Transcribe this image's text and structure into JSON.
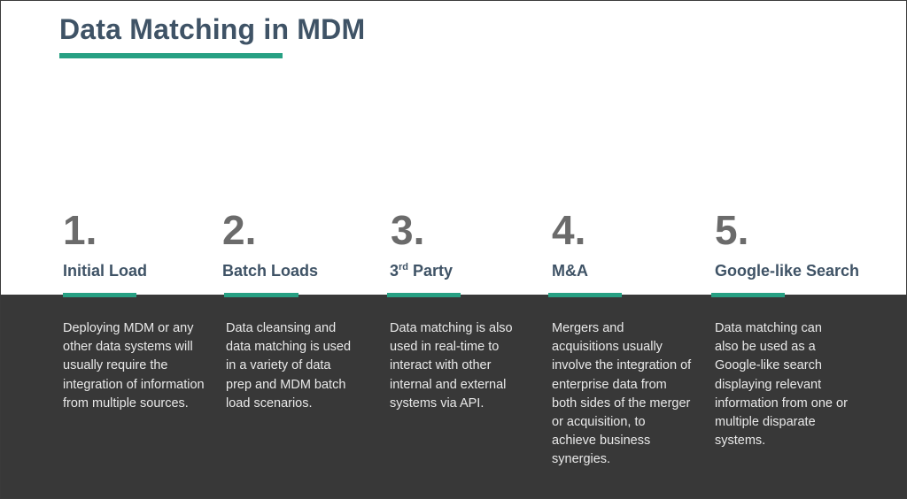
{
  "slide": {
    "title": "Data Matching in MDM",
    "accent_color": "#27a083",
    "title_color": "#3f5366",
    "band_color": "#383838"
  },
  "items": [
    {
      "number": "1.",
      "heading": "Initial Load",
      "description": "Deploying MDM or any other data systems will usually require the integration of information from multiple sources."
    },
    {
      "number": "2.",
      "heading": "Batch Loads",
      "description": "Data cleansing and data matching is used in a variety of data prep and MDM batch load scenarios."
    },
    {
      "number": "3.",
      "heading_prefix": "3",
      "heading_sup": "rd",
      "heading_suffix": " Party",
      "description": "Data matching is also used in real-time to interact with other internal and external systems via API."
    },
    {
      "number": "4.",
      "heading": "M&A",
      "description": "Mergers and acquisitions usually involve the integration of enterprise data from both sides of the merger or acquisition, to achieve business synergies."
    },
    {
      "number": "5.",
      "heading": "Google-like Search",
      "description": "Data matching can also be used as a Google-like search displaying relevant information from one or multiple disparate systems."
    }
  ]
}
